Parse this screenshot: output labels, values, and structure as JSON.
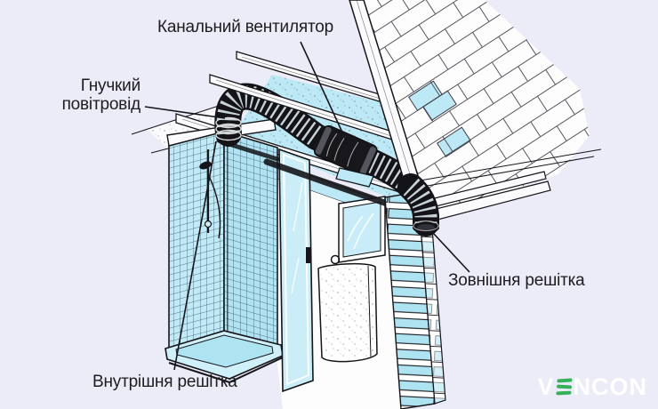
{
  "labels": {
    "duct_fan": "Канальний вентилятор",
    "flexible_duct": {
      "line1": "Гнучкий",
      "line2": "повітровід"
    },
    "external_grille": "Зовнішня решітка",
    "internal_grille": "Внутрішня решітка"
  },
  "logo": {
    "v": "V",
    "ncon": "NCON",
    "full_name": "VENCON"
  },
  "colors": {
    "background": "#ECEBF8",
    "text": "#1D1D1F",
    "outline": "#15151A",
    "cyan": "#BDE8F5",
    "cyan_light": "#CFEFF9",
    "brick_cyan": "#AEE3F2",
    "white": "#FFFFFF",
    "logo_green": "#35B15A",
    "logo_white": "#FFFFFF"
  }
}
